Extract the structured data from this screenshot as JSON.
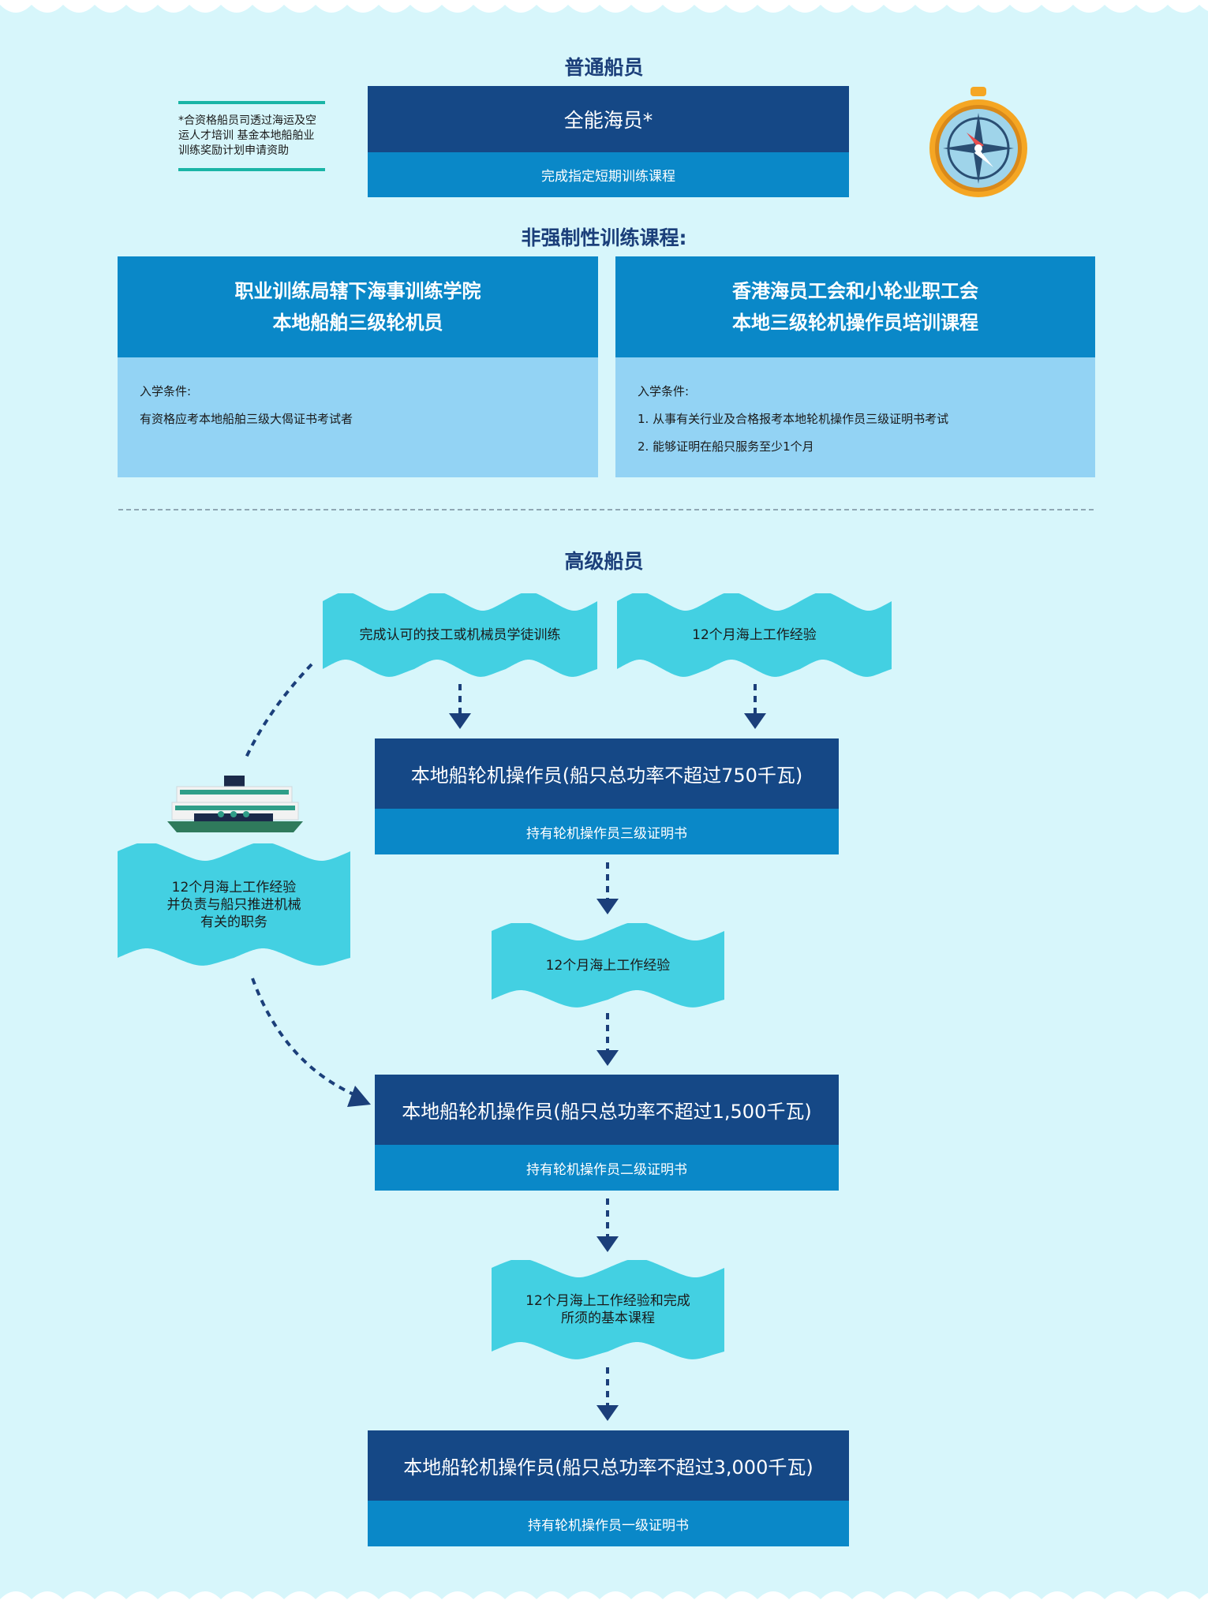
{
  "sections": {
    "general_crew": "普通船员",
    "optional_courses": "非强制性训练课程:",
    "senior_crew": "高级船员"
  },
  "note": "*合资格船员司透过海运及空运人才培训 基金本地船舶业训练奖励计划申请资助",
  "able_seafarer": {
    "title": "全能海员*",
    "subtitle": "完成指定短期训练课程"
  },
  "courses": [
    {
      "title_line1": "职业训练局辖下海事训练学院",
      "title_line2": "本地船舶三级轮机员",
      "req_label": "入学条件:",
      "req_lines": [
        "有资格应考本地船舶三级大偈证书考试者"
      ]
    },
    {
      "title_line1": "香港海员工会和小轮业职工会",
      "title_line2": "本地三级轮机操作员培训课程",
      "req_label": "入学条件:",
      "req_lines": [
        "1. 从事有关行业及合格报考本地轮机操作员三级证明书考试",
        "2. 能够证明在船只服务至少1个月"
      ]
    }
  ],
  "waves": {
    "apprentice": "完成认可的技工或机械员学徒训练",
    "sea12a": "12个月海上工作经验",
    "side": "12个月海上工作经验\n并负责与船只推进机械\n有关的职务",
    "sea12b": "12个月海上工作经验",
    "sea12c": "12个月海上工作经验和完成\n所须的基本课程"
  },
  "levels": [
    {
      "title": "本地船轮机操作员(船只总功率不超过750千瓦)",
      "cert": "持有轮机操作员三级证明书"
    },
    {
      "title": "本地船轮机操作员(船只总功率不超过1,500千瓦)",
      "cert": "持有轮机操作员二级证明书"
    },
    {
      "title": "本地船轮机操作员(船只总功率不超过3,000千瓦)",
      "cert": "持有轮机操作员一级证明书"
    }
  ],
  "colors": {
    "background": "#d7f6fb",
    "dark_box": "#154886",
    "mid_box": "#0a88c8",
    "light_box": "#93d3f4",
    "wave": "#43d0e2",
    "note_rule": "#1ab5a6",
    "arrow": "#1b3f7a"
  }
}
